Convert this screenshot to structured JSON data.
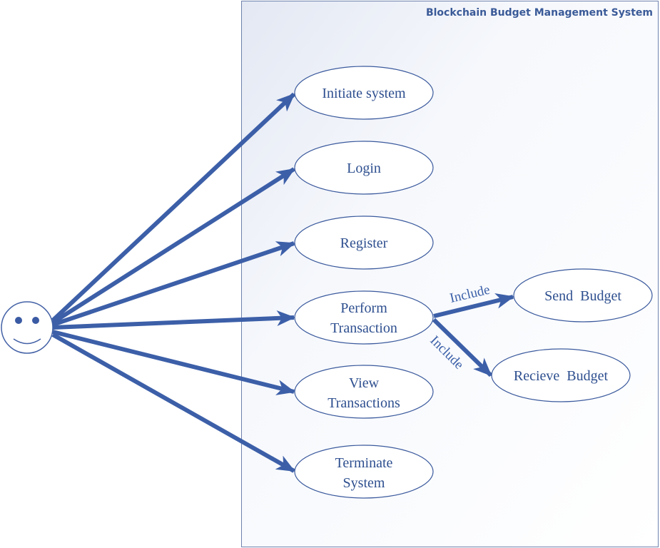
{
  "system": {
    "title": "Blockchain Budget Management System"
  },
  "actor": {
    "icon": "smiley-face-icon"
  },
  "use_cases": [
    {
      "line1": "Initiate system",
      "line2": ""
    },
    {
      "line1": "Login",
      "line2": ""
    },
    {
      "line1": "Register",
      "line2": ""
    },
    {
      "line1": "Perform",
      "line2": "Transaction"
    },
    {
      "line1": "View",
      "line2": "Transactions"
    },
    {
      "line1": "Terminate",
      "line2": "System"
    }
  ],
  "included_use_cases": [
    {
      "label": "Send  Budget"
    },
    {
      "label": "Recieve  Budget"
    }
  ],
  "relations": {
    "include_1": "Include",
    "include_2": "Include"
  },
  "colors": {
    "arrow": "#3c5fa8",
    "ellipse_stroke": "#3b5a9d",
    "text": "#2e4f8f",
    "boundary_stroke": "#6f82ad"
  }
}
